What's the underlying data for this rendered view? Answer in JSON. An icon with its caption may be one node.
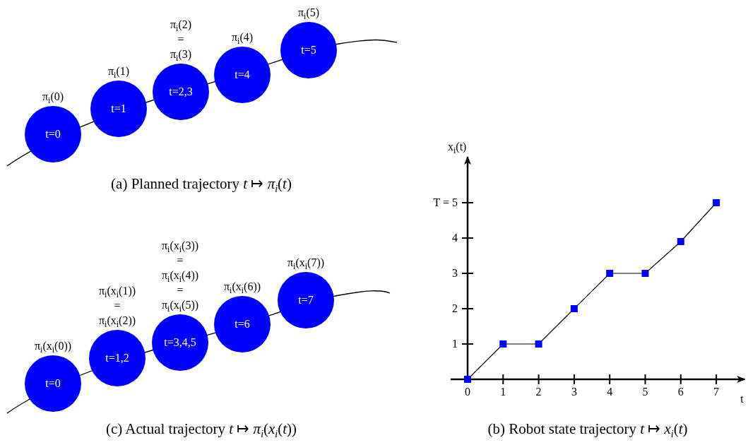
{
  "diagram": {
    "nodes": [
      {
        "text": [
          "t=0"
        ],
        "beside": [
          "π$_{i}$(0)"
        ]
      },
      {
        "text": [
          "t=1"
        ],
        "beside": [
          "π$_{i}$(1)"
        ]
      },
      {
        "text": [
          "t=2,3"
        ],
        "beside": [
          "π$_{i}$(2)",
          "=",
          "π$_{i}$(3)"
        ]
      },
      {
        "text": [
          "t=4"
        ],
        "beside": [
          "π$_{i}$(4)"
        ]
      },
      {
        "text": [
          "t=5"
        ],
        "beside": [
          "π$_{i}$(5)"
        ]
      },
      {
        "text": [
          "t=0"
        ],
        "beside": [
          "π$_{i}$(x$_{i}$(0))"
        ]
      },
      {
        "text": [
          "t=1,2"
        ],
        "beside": [
          "π$_{i}$(x$_{i}$(1))",
          "=",
          "π$_{i}$(x$_{i}$(2))"
        ]
      },
      {
        "text": [
          "t=3,4,5"
        ],
        "beside": [
          "π$_{i}$(x$_{i}$(3))",
          "=",
          "π$_{i}$(x$_{i}$(4))",
          "=",
          "π$_{i}$(x$_{i}$(5))"
        ]
      },
      {
        "text": [
          "t=6"
        ],
        "beside": [
          "π$_{i}$(x$_{i}$(6))"
        ]
      },
      {
        "text": [
          "t=7"
        ],
        "beside": [
          "π$_{i}$(x$_{i}$(7))"
        ]
      }
    ],
    "labels": [
      "(a) Planned trajectory *t* ↦ *π*$_{i}$(*t*)",
      "(c) Actual trajectory *t* ↦ *π*$_{i}$(*x*$_{i}$(*t*))",
      "(b) Robot state trajectory *t* ↦ *x*$_{i}$(*t*)"
    ],
    "chart_data": {
      "type": "line",
      "xlabel": "t",
      "ylabel": "x$_{i}$(t)",
      "x": [
        0,
        1,
        2,
        3,
        4,
        5,
        6,
        7
      ],
      "series": [
        {
          "color": "#0000ff",
          "marker": "square",
          "values": [
            0,
            1,
            1,
            2,
            3,
            3,
            3.9,
            5
          ]
        }
      ],
      "xlim": [
        0,
        7.8
      ],
      "ylim": [
        0,
        6.3
      ],
      "xticks": [
        0,
        1,
        2,
        3,
        4,
        5,
        6,
        7
      ],
      "yticks": [
        1,
        2,
        3,
        4,
        {
          "value": 5,
          "label": "T = 5"
        }
      ]
    }
  }
}
